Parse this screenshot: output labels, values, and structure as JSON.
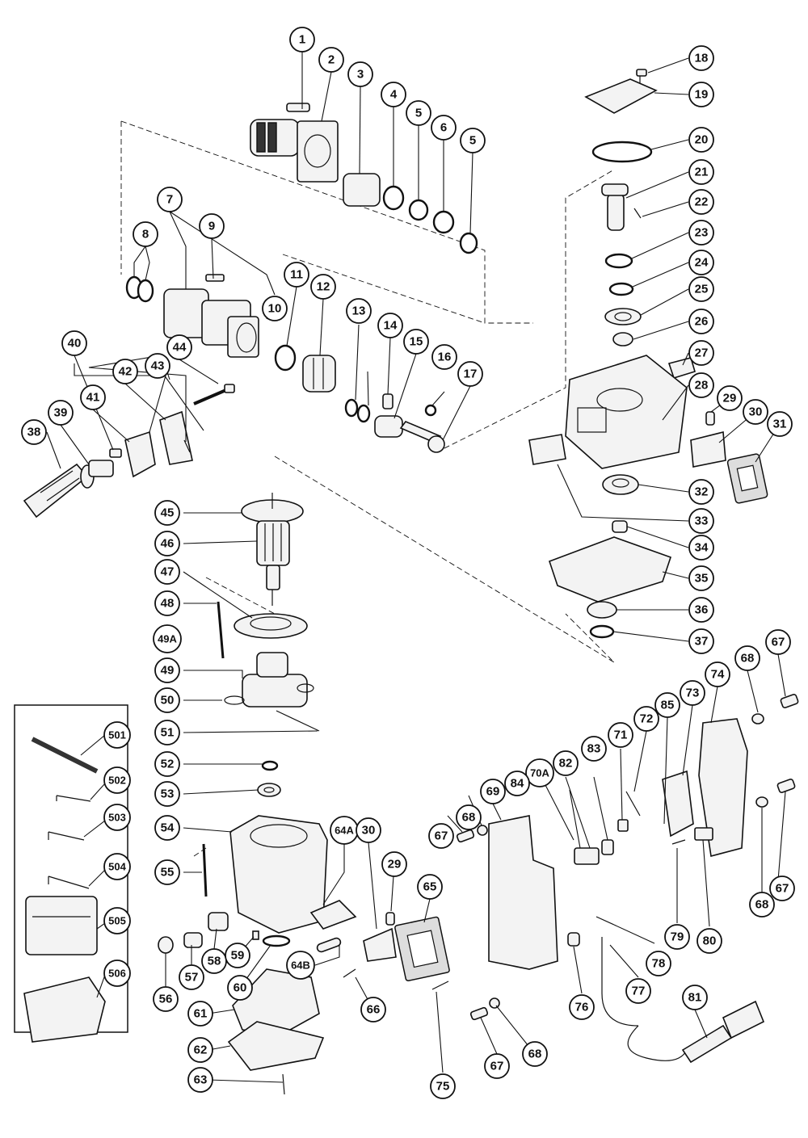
{
  "diagram": {
    "callouts": [
      "1",
      "2",
      "3",
      "4",
      "5",
      "6",
      "5",
      "7",
      "8",
      "9",
      "10",
      "11",
      "12",
      "13",
      "14",
      "15",
      "16",
      "17",
      "18",
      "19",
      "20",
      "21",
      "22",
      "23",
      "24",
      "25",
      "26",
      "27",
      "28",
      "29",
      "30",
      "31",
      "32",
      "33",
      "34",
      "35",
      "36",
      "37",
      "38",
      "39",
      "40",
      "41",
      "42",
      "43",
      "44",
      "45",
      "46",
      "47",
      "48",
      "49A",
      "49",
      "50",
      "51",
      "52",
      "53",
      "54",
      "55",
      "56",
      "57",
      "58",
      "59",
      "60",
      "61",
      "62",
      "63",
      "64A",
      "30",
      "29",
      "64B",
      "65",
      "66",
      "67",
      "68",
      "69",
      "70A",
      "84",
      "82",
      "83",
      "71",
      "72",
      "85",
      "73",
      "74",
      "68",
      "67",
      "67",
      "68",
      "79",
      "80",
      "75",
      "76",
      "77",
      "78",
      "81",
      "67",
      "68",
      "501",
      "502",
      "503",
      "504",
      "505",
      "506"
    ]
  }
}
